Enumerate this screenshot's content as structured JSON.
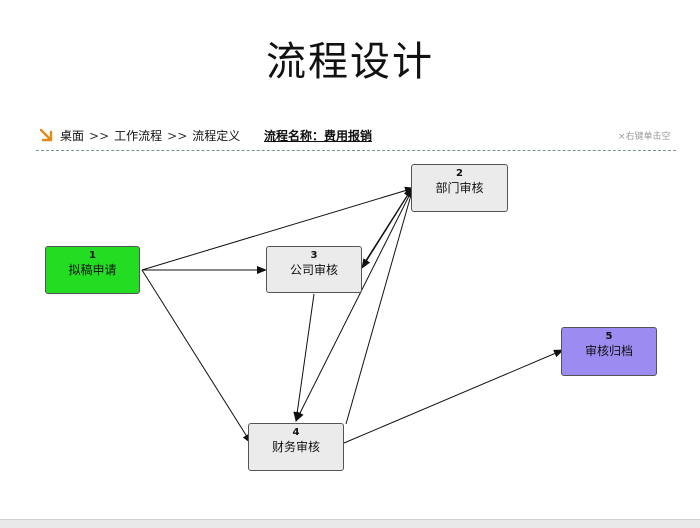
{
  "slide": {
    "title": "流程设计"
  },
  "breadcrumb": {
    "items": [
      "桌面",
      "工作流程",
      "流程定义"
    ],
    "separator": ">>"
  },
  "flow": {
    "name_label": "流程名称：费用报销"
  },
  "hint": {
    "text": "×右键单击空"
  },
  "colors": {
    "start": "#22dd22",
    "end": "#9c8cf2",
    "normal": "#ebebeb",
    "separator": "#6e9a86",
    "arrow": "#e08a18"
  },
  "nodes": [
    {
      "id": "1",
      "label": "拟稿申请",
      "kind": "start"
    },
    {
      "id": "2",
      "label": "部门审核",
      "kind": "normal"
    },
    {
      "id": "3",
      "label": "公司审核",
      "kind": "normal"
    },
    {
      "id": "4",
      "label": "财务审核",
      "kind": "normal"
    },
    {
      "id": "5",
      "label": "审核归档",
      "kind": "end"
    }
  ],
  "edges": [
    {
      "from": "1",
      "to": "2"
    },
    {
      "from": "1",
      "to": "3"
    },
    {
      "from": "1",
      "to": "4"
    },
    {
      "from": "2",
      "to": "3"
    },
    {
      "from": "3",
      "to": "2"
    },
    {
      "from": "2",
      "to": "4"
    },
    {
      "from": "3",
      "to": "4"
    },
    {
      "from": "4",
      "to": "2"
    },
    {
      "from": "4",
      "to": "5"
    }
  ]
}
